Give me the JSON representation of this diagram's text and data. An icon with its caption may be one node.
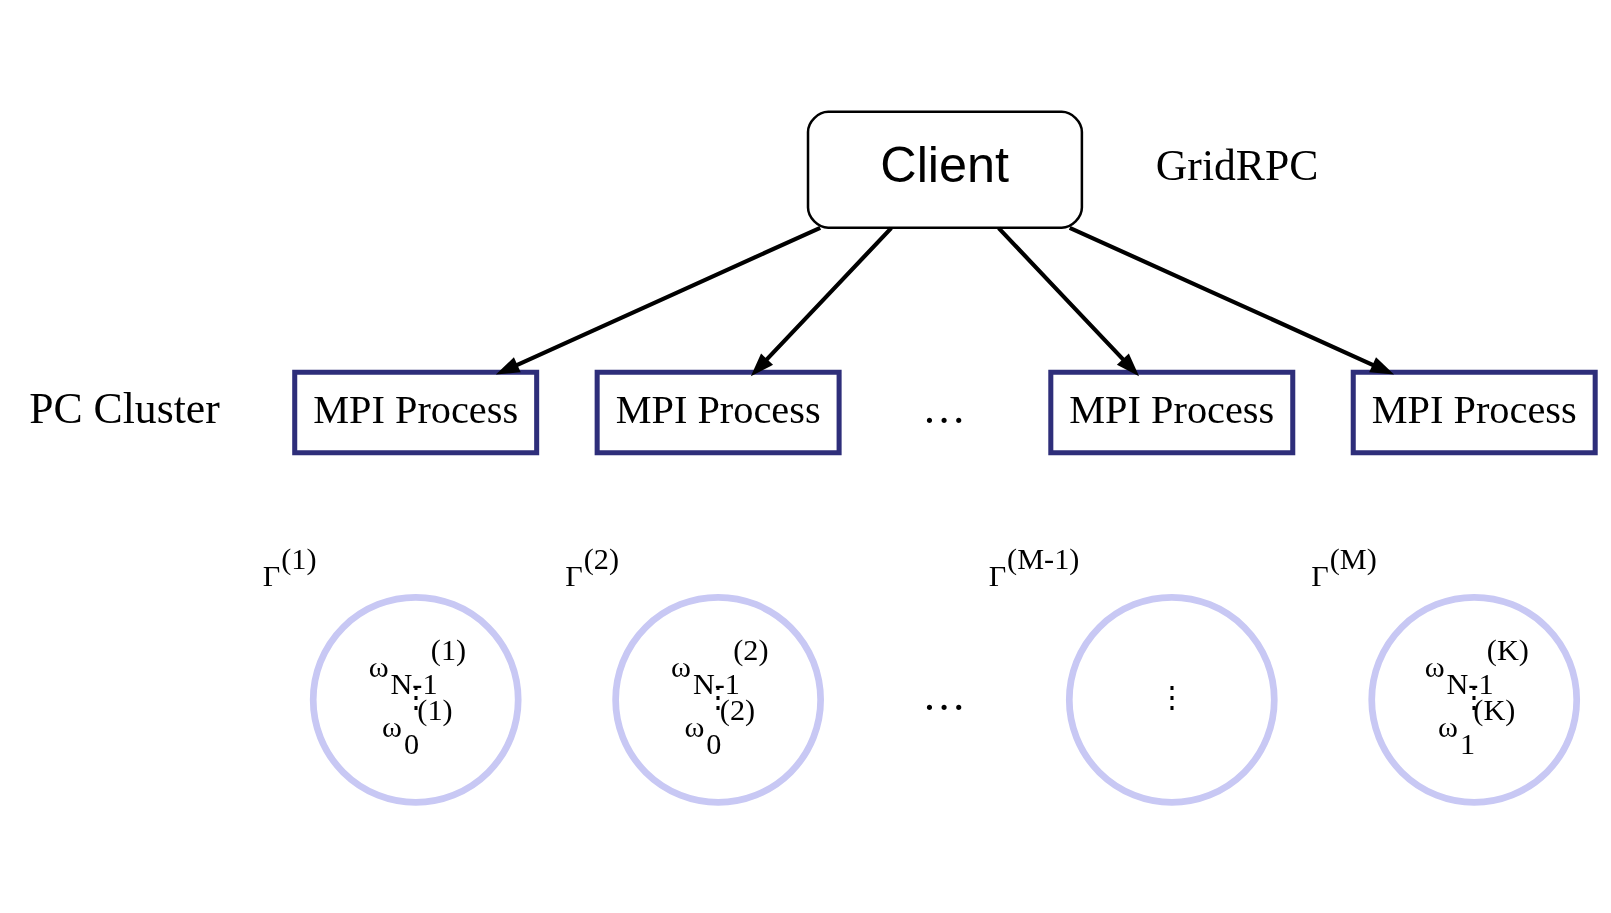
{
  "diagram": {
    "nodes": [
      {
        "text": [
          "Client"
        ]
      },
      {
        "text": [
          "MPI Process"
        ]
      },
      {
        "text": [
          "MPI Process"
        ]
      },
      {
        "text": [
          "MPI Process"
        ]
      },
      {
        "text": [
          "MPI Process"
        ]
      },
      {
        "text": [
          "ω$_{N-1}$$^{(1)}$",
          "⋮",
          "ω$_{0}$$^{(1)}$"
        ],
        "beside": [
          "Γ$^{(1)}$"
        ]
      },
      {
        "text": [
          "ω$_{N-1}$$^{(2)}$",
          "⋮",
          "ω$_{0}$$^{(2)}$"
        ],
        "beside": [
          "Γ$^{(2)}$"
        ]
      },
      {
        "text": [
          "⋮"
        ],
        "beside": [
          "Γ$^{(M-1)}$"
        ]
      },
      {
        "text": [
          "ω$_{N-1}$$^{(K)}$",
          "⋮",
          "ω$_{1}$$^{(K)}$"
        ],
        "beside": [
          "Γ$^{(M)}$"
        ]
      }
    ],
    "edges": [
      {
        "from": 0,
        "to": 1,
        "arrow": "to"
      },
      {
        "from": 0,
        "to": 2,
        "arrow": "to"
      },
      {
        "from": 0,
        "to": 3,
        "arrow": "to"
      },
      {
        "from": 0,
        "to": 4,
        "arrow": "to"
      }
    ],
    "labels": [
      "GridRPC",
      "PC Cluster",
      "…",
      "…"
    ]
  }
}
